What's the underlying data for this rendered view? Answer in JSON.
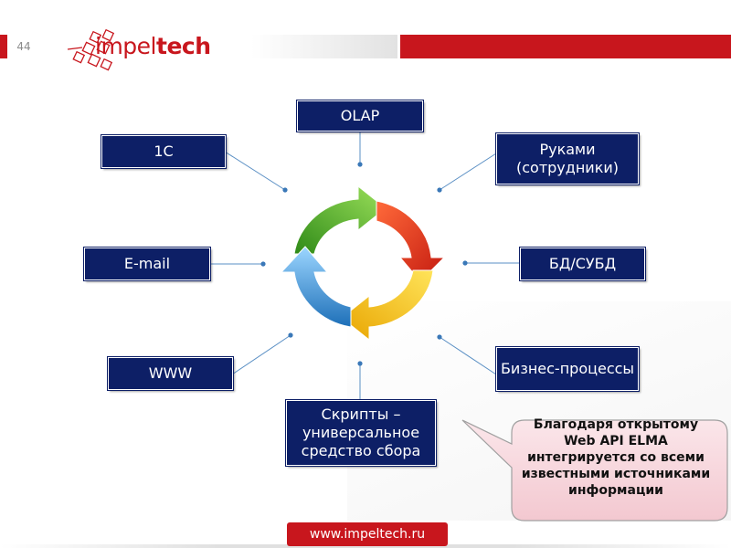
{
  "slide_number": "44",
  "logo": {
    "text_regular": "impel",
    "text_bold": "tech"
  },
  "center": {
    "icon": "cycle-arrows-icon"
  },
  "nodes": {
    "olap": "OLAP",
    "onec": "1C",
    "hands": "Руками (сотрудники)",
    "email": "E-mail",
    "db": "БД/СУБД",
    "www": "WWW",
    "business": "Бизнес-процессы",
    "scripts": "Скрипты – универсальное средство сбора"
  },
  "callout": "Благодаря открытому Web API ELMA интегрируется со всеми известными источниками информации",
  "footer": {
    "url": "www.impeltech.ru"
  },
  "colors": {
    "brand_red": "#c8161d",
    "box_navy": "#0d1f66",
    "arrow_green": "#5bb52e",
    "arrow_red": "#e63a1e",
    "arrow_yellow": "#f2c10f",
    "arrow_blue": "#3c9ee0"
  }
}
